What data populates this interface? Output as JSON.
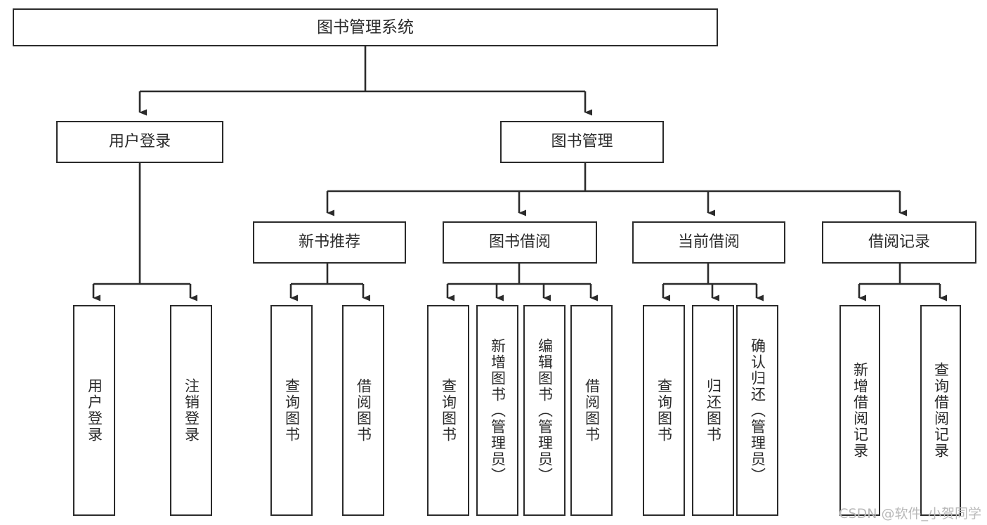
{
  "diagram": {
    "title": "图书管理系统",
    "type": "tree-hierarchy-diagram",
    "watermark": "CSDN @软件_小贺同学",
    "colors": {
      "stroke": "#2b2b2b",
      "fill": "#ffffff",
      "text": "#2b2b2b",
      "watermark": "#b9b9b9"
    },
    "nodes": {
      "root": {
        "label": "图书管理系统"
      },
      "level2": [
        {
          "id": "user-login",
          "label": "用户登录"
        },
        {
          "id": "book-manage",
          "label": "图书管理"
        }
      ],
      "level3": [
        {
          "id": "new-book-recommend",
          "label": "新书推荐"
        },
        {
          "id": "book-borrow",
          "label": "图书借阅"
        },
        {
          "id": "current-borrow",
          "label": "当前借阅"
        },
        {
          "id": "borrow-record",
          "label": "借阅记录"
        }
      ],
      "leaves_user_login": [
        {
          "id": "leaf-user-login",
          "label": "用户登录"
        },
        {
          "id": "leaf-logout-login",
          "label": "注销登录"
        }
      ],
      "leaves_new_book_recommend": [
        {
          "id": "leaf-query-book-1",
          "label": "查询图书"
        },
        {
          "id": "leaf-borrow-book-1",
          "label": "借阅图书"
        }
      ],
      "leaves_book_borrow": [
        {
          "id": "leaf-query-book-2",
          "label": "查询图书"
        },
        {
          "id": "leaf-add-book",
          "label": "新增图书（管理员）"
        },
        {
          "id": "leaf-edit-book",
          "label": "编辑图书（管理员）"
        },
        {
          "id": "leaf-borrow-book-2",
          "label": "借阅图书"
        }
      ],
      "leaves_current_borrow": [
        {
          "id": "leaf-query-book-3",
          "label": "查询图书"
        },
        {
          "id": "leaf-return-book",
          "label": "归还图书"
        },
        {
          "id": "leaf-confirm-return",
          "label": "确认归还（管理员）"
        }
      ],
      "leaves_borrow_record": [
        {
          "id": "leaf-add-record",
          "label": "新增借阅记录"
        },
        {
          "id": "leaf-query-record",
          "label": "查询借阅记录"
        }
      ]
    }
  }
}
